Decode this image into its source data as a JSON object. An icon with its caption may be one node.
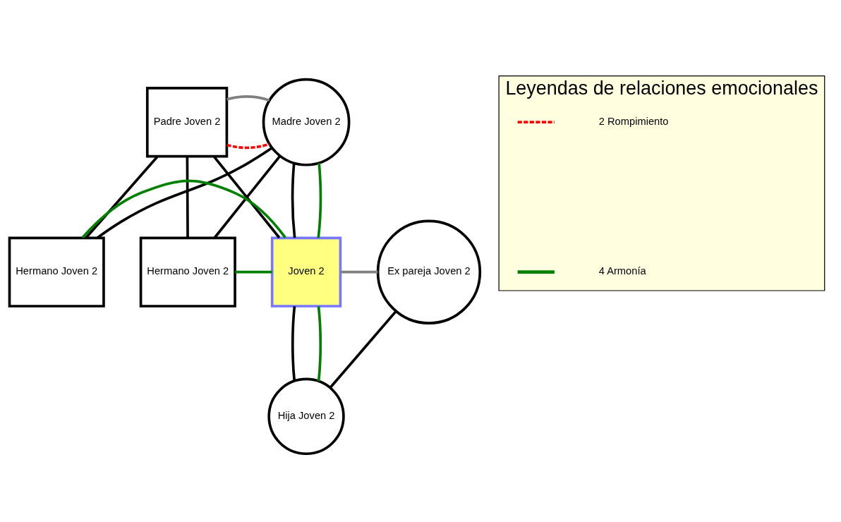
{
  "diagram": {
    "nodes": [
      {
        "text": [
          "Padre Joven 2"
        ]
      },
      {
        "text": [
          "Madre Joven 2"
        ]
      },
      {
        "text": [
          "Hermano Joven 2"
        ]
      },
      {
        "text": [
          "Joven 2"
        ]
      },
      {
        "text": [
          "Hermano Joven 2"
        ]
      },
      {
        "text": [
          "Ex pareja Joven 2"
        ]
      },
      {
        "text": [
          "Hija Joven 2"
        ]
      },
      {
        "text": [
          "Leyendas de relaciones emocionales"
        ]
      }
    ],
    "edges": [
      {
        "from": 0,
        "to": 1,
        "arrow": "none",
        "style": "dashed",
        "color": "#ff0000"
      },
      {
        "from": 0,
        "to": 1,
        "arrow": "none",
        "color": "#808080"
      },
      {
        "from": 0,
        "to": 2,
        "arrow": "none"
      },
      {
        "from": 1,
        "to": 2,
        "arrow": "none"
      },
      {
        "from": 0,
        "to": 3,
        "arrow": "none"
      },
      {
        "from": 1,
        "to": 3,
        "arrow": "none"
      },
      {
        "from": 0,
        "to": 4,
        "arrow": "none"
      },
      {
        "from": 1,
        "to": 4,
        "arrow": "none"
      },
      {
        "from": 1,
        "to": 3,
        "arrow": "none",
        "color": "#008000"
      },
      {
        "from": 2,
        "to": 3,
        "arrow": "none",
        "color": "#008000"
      },
      {
        "from": 4,
        "to": 3,
        "arrow": "none",
        "color": "#008000"
      },
      {
        "from": 3,
        "to": 5,
        "arrow": "none",
        "color": "#808080"
      },
      {
        "from": 3,
        "to": 6,
        "arrow": "none"
      },
      {
        "from": 5,
        "to": 6,
        "arrow": "none"
      },
      {
        "from": 3,
        "to": 6,
        "arrow": "none",
        "color": "#008000"
      }
    ],
    "legend": [
      {
        "text": "2 Rompimiento"
      },
      {
        "text": "4 Armonía"
      }
    ]
  }
}
